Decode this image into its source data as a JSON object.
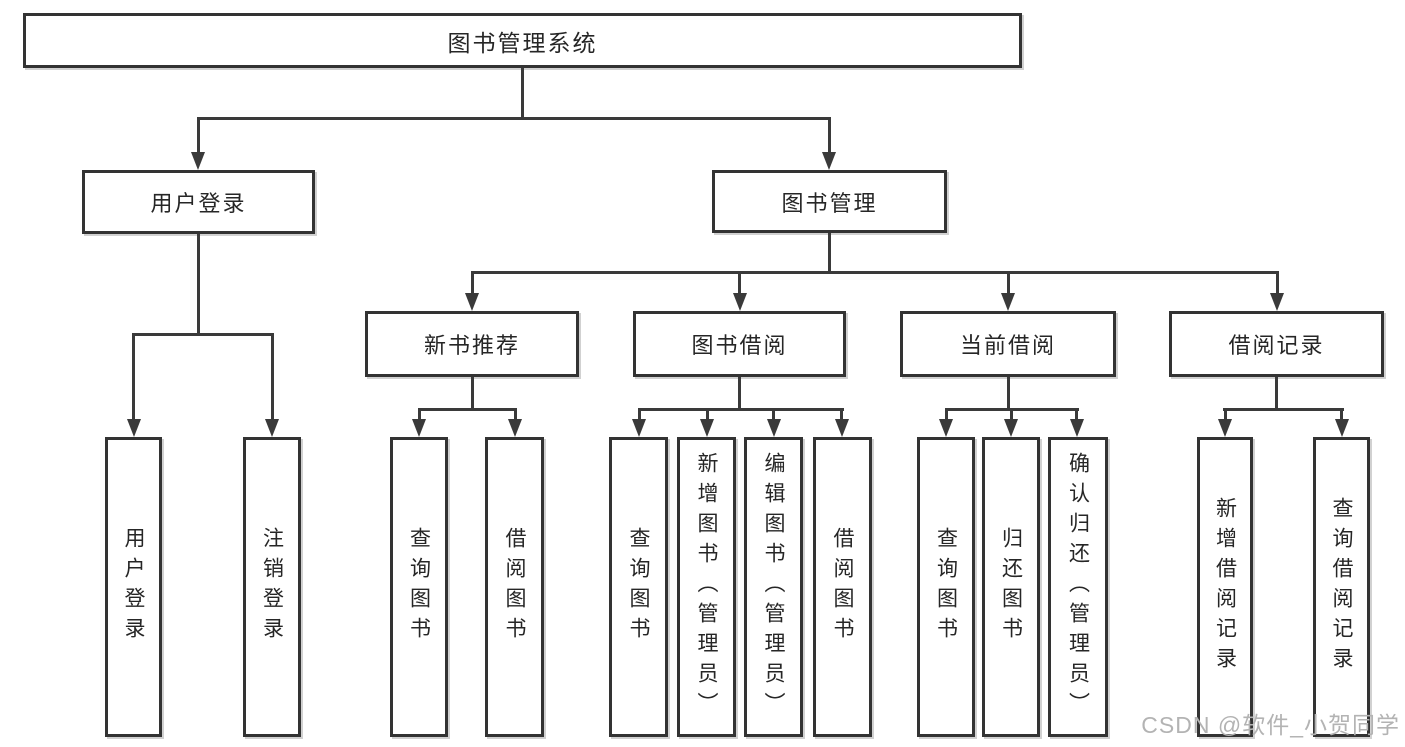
{
  "tree": {
    "root": "图书管理系统",
    "children": [
      {
        "label": "用户登录",
        "children": [
          "用户登录",
          "注销登录"
        ]
      },
      {
        "label": "图书管理",
        "children": [
          {
            "label": "新书推荐",
            "children": [
              "查询图书",
              "借阅图书"
            ]
          },
          {
            "label": "图书借阅",
            "children": [
              "查询图书",
              "新增图书（管理员）",
              "编辑图书（管理员）",
              "借阅图书"
            ]
          },
          {
            "label": "当前借阅",
            "children": [
              "查询图书",
              "归还图书",
              "确认归还（管理员）"
            ]
          },
          {
            "label": "借阅记录",
            "children": [
              "新增借阅记录",
              "查询借阅记录"
            ]
          }
        ]
      }
    ]
  },
  "watermark": {
    "text": "CSDN @软件_小贺同学"
  },
  "colors": {
    "line": "#3a3a3a",
    "border": "#333333",
    "fill": "#ffffff",
    "text": "#262626",
    "watermark": "#b3b3b3"
  }
}
